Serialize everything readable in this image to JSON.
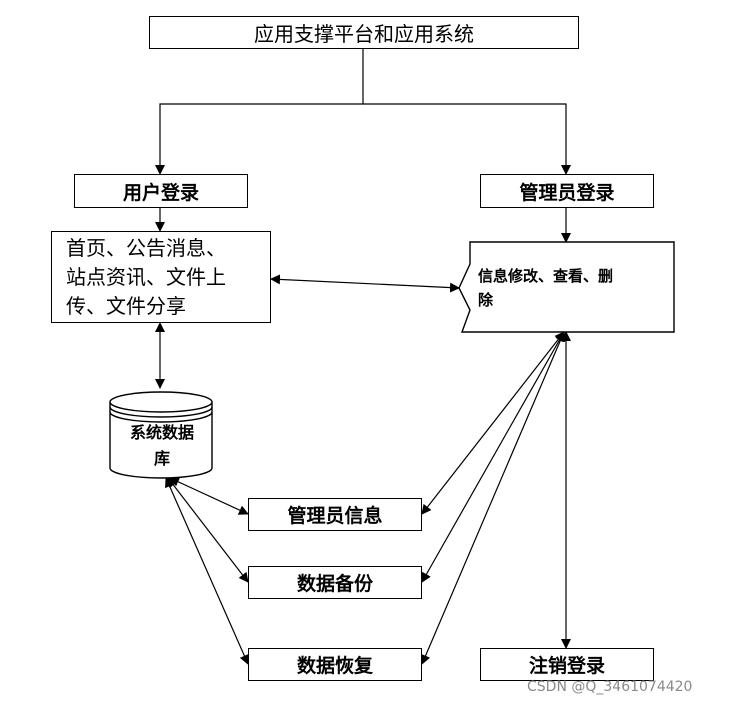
{
  "top": {
    "label": "应用支撑平台和应用系统"
  },
  "user_login": {
    "label": "用户登录"
  },
  "admin_login": {
    "label": "管理员登录"
  },
  "user_functions": {
    "line1": "首页、公告消息、",
    "line2": "站点资讯、文件上",
    "line3": "传、文件分享"
  },
  "admin_ops": {
    "line1": "信息修改、查看、删",
    "line2": "除"
  },
  "database": {
    "line1": "系统数据",
    "line2": "库"
  },
  "admin_info": {
    "label": "管理员信息"
  },
  "data_backup": {
    "label": "数据备份"
  },
  "data_restore": {
    "label": "数据恢复"
  },
  "logout": {
    "label": "注销登录"
  },
  "watermark": {
    "text": "CSDN @Q_3461074420"
  },
  "colors": {
    "line": "#000000",
    "background": "#ffffff",
    "watermark": "#8a8a8a"
  }
}
